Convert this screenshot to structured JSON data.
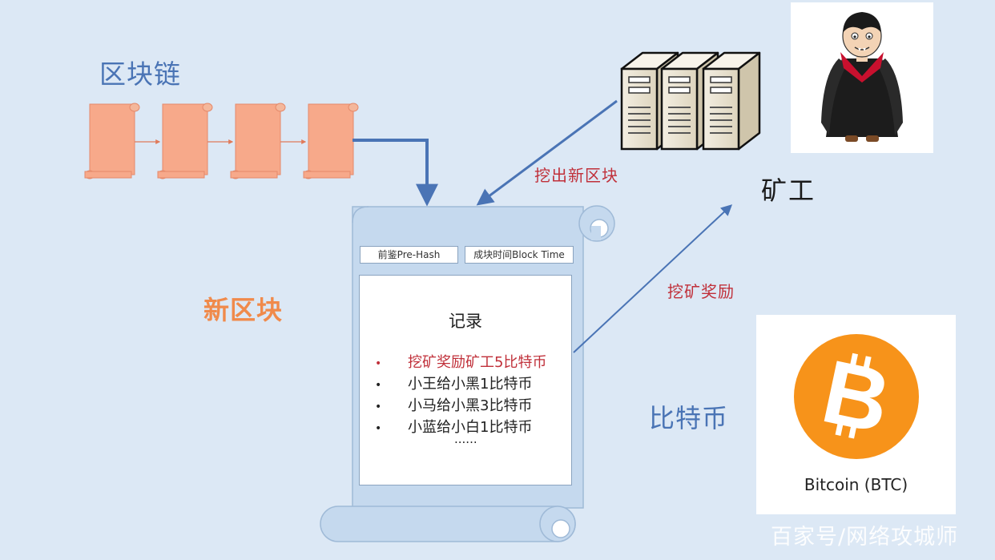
{
  "labels": {
    "blockchain": "区块链",
    "new_block": "新区块",
    "miner": "矿工",
    "bitcoin": "比特币",
    "mined_new_block": "挖出新区块",
    "mining_reward": "挖矿奖励"
  },
  "block": {
    "pre_hash": "前鉴Pre-Hash",
    "block_time": "成块时间Block Time",
    "records_title": "记录",
    "records": [
      {
        "text": "挖矿奖励矿工5比特币",
        "highlight": true
      },
      {
        "text": "小王给小黑1比特币",
        "highlight": false
      },
      {
        "text": "小马给小黑3比特币",
        "highlight": false
      },
      {
        "text": "小蓝给小白1比特币",
        "highlight": false
      }
    ],
    "ellipsis": "......"
  },
  "coin": {
    "symbol": "B",
    "caption": "Bitcoin (BTC)"
  },
  "watermark": "百家号/网络攻城师",
  "colors": {
    "background": "#dce8f5",
    "chain_block": "#f7a98a",
    "arrow_blue": "#4a74b5",
    "label_red": "#c0303a",
    "new_block_orange": "#f08a4b",
    "scroll_blue": "#c5d9ee",
    "bitcoin_orange": "#f7931a"
  },
  "icons": [
    "server-icon",
    "vampire-miner-icon",
    "bitcoin-icon",
    "scroll-icon"
  ]
}
